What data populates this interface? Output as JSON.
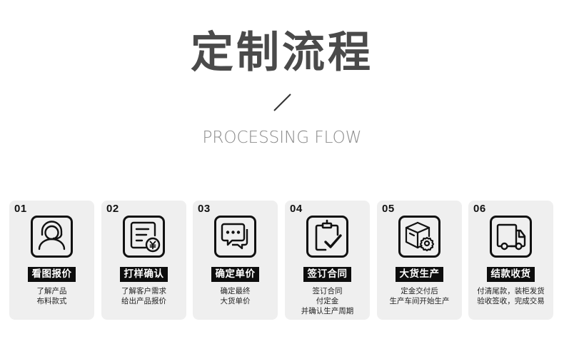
{
  "header": {
    "title": "定制流程",
    "divider": "/",
    "subtitle": "PROCESSING FLOW"
  },
  "steps": [
    {
      "number": "01",
      "icon": "customer-service-headset-icon",
      "label": "看图报价",
      "desc": [
        "了解产品",
        "布料款式"
      ]
    },
    {
      "number": "02",
      "icon": "invoice-yuan-icon",
      "label": "打样确认",
      "desc": [
        "了解客户需求",
        "给出产品报价"
      ]
    },
    {
      "number": "03",
      "icon": "chat-bubbles-icon",
      "label": "确定单价",
      "desc": [
        "确定最终",
        "大货单价"
      ]
    },
    {
      "number": "04",
      "icon": "clipboard-check-icon",
      "label": "签订合同",
      "desc": [
        "签订合同",
        "付定金",
        "并确认生产周期"
      ]
    },
    {
      "number": "05",
      "icon": "box-gear-icon",
      "label": "大货生产",
      "desc": [
        "定金交付后",
        "生产车间开始生产"
      ]
    },
    {
      "number": "06",
      "icon": "delivery-truck-icon",
      "label": "结款收货",
      "desc": [
        "付清尾款，装柜发货",
        "验收签收，完成交易"
      ]
    }
  ],
  "colors": {
    "title": "#4a4a4a",
    "subtitle": "#8c8c8c",
    "card_bg": "#efefef",
    "label_bg": "#0d0d0d",
    "label_text": "#ffffff",
    "icon_stroke": "#111111"
  }
}
